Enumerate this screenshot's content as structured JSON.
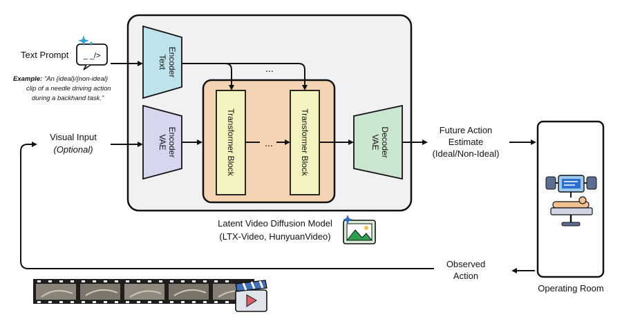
{
  "inputs": {
    "text_prompt": "Text Prompt",
    "example_prefix": "Example:",
    "example_line1": "\"An {ideal}/{non-ideal}",
    "example_line2": "clip of a needle driving action",
    "example_line3": "during a backhand task.\"",
    "visual_input": "Visual Input",
    "visual_input_optional": "(Optional)"
  },
  "model": {
    "text_encoder_line1": "Text",
    "text_encoder_line2": "Encoder",
    "vae_encoder_line1": "VAE",
    "vae_encoder_line2": "Encoder",
    "transformer_block": "Transformer Block",
    "ellipsis": "...",
    "vae_decoder_line1": "VAE",
    "vae_decoder_line2": "Decoder",
    "caption_line1": "Latent Video Diffusion Model",
    "caption_line2": "(LTX-Video, HunyuanVideo)"
  },
  "outputs": {
    "future_line1": "Future Action",
    "future_line2": "Estimate",
    "future_line3": "(Ideal/Non-Ideal)",
    "observed_line1": "Observed",
    "observed_line2": "Action",
    "operating_room": "Operating Room"
  },
  "icons": {
    "code": "code-prompt-icon",
    "image": "image-icon",
    "video": "video-clapper-icon",
    "robot": "surgical-robot-icon",
    "film": "film-strip"
  },
  "colors": {
    "text_encoder": "#bfe3ec",
    "vae_encoder": "#d5d7ee",
    "transformer_bg": "#f3d3b1",
    "transformer_block": "#f3f3bf",
    "vae_decoder": "#cbe6cf",
    "model_bg": "#f1f1f4"
  }
}
